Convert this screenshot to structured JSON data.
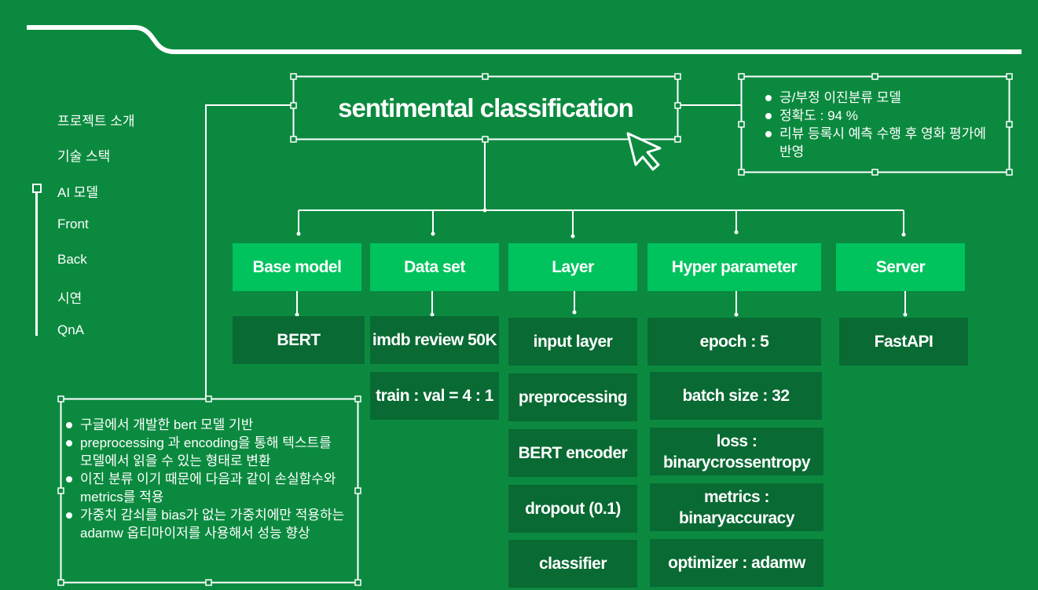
{
  "nav": {
    "items": [
      {
        "label": "프로젝트 소개"
      },
      {
        "label": "기술 스택"
      },
      {
        "label": "AI 모델"
      },
      {
        "label": "Front"
      },
      {
        "label": "Back"
      },
      {
        "label": "시연"
      },
      {
        "label": "QnA"
      }
    ],
    "active_index": 2
  },
  "title": "sentimental classification",
  "summary": {
    "bullets": [
      "긍/부정 이진분류 모델",
      "정확도 : 94 %",
      "리뷰 등록시 예측 수행 후 영화 평가에 반영"
    ]
  },
  "notes": {
    "bullets": [
      "구글에서 개발한 bert  모델 기반",
      "preprocessing 과 encoding을 통해 텍스트를 모델에서 읽을 수 있는 형태로 변환",
      "이진 분류 이기 때문에 다음과 같이 손실함수와 metrics를 적용",
      "가중치 감쇠를 bias가 없는 가중치에만 적용하는 adamw 옵티마이저를 사용해서 성능 향상"
    ]
  },
  "columns": [
    {
      "header": "Base model",
      "items": [
        "BERT"
      ]
    },
    {
      "header": "Data set",
      "items": [
        "imdb review 50K",
        "train : val = 4 : 1"
      ]
    },
    {
      "header": "Layer",
      "items": [
        "input layer",
        "preprocessing",
        "BERT encoder",
        "dropout (0.1)",
        "classifier"
      ]
    },
    {
      "header": "Hyper parameter",
      "items": [
        "epoch : 5",
        "batch size : 32",
        "loss :\nbinarycrossentropy",
        "metrics :\nbinaryaccuracy",
        "optimizer : adamw"
      ]
    },
    {
      "header": "Server",
      "items": [
        "FastAPI"
      ]
    }
  ],
  "colors": {
    "background": "#0b8a3f",
    "header_box": "#00c35e",
    "item_box": "#096a33",
    "line": "#ffffff"
  },
  "icons": [
    "cursor-pointer-icon",
    "nav-marker-icon"
  ]
}
